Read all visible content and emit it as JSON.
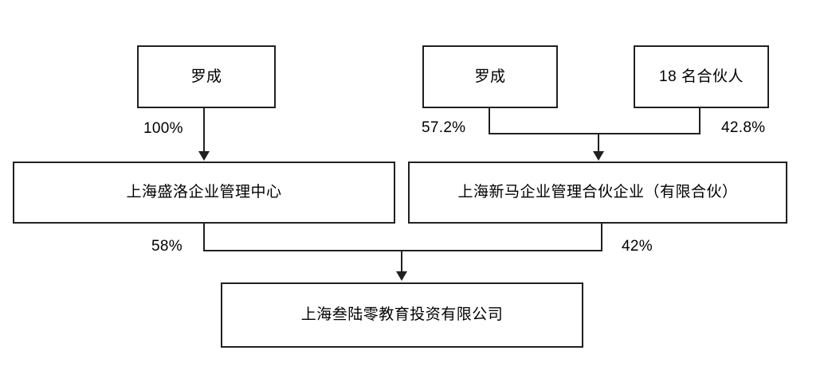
{
  "diagram": {
    "type": "ownership-structure-chart",
    "title": "",
    "nodes": [
      {
        "id": "luocheng-left",
        "label": "罗成"
      },
      {
        "id": "luocheng-right",
        "label": "罗成"
      },
      {
        "id": "partners",
        "label": "18 名合伙人"
      },
      {
        "id": "shengluo",
        "label": "上海盛洛企业管理中心"
      },
      {
        "id": "xinma",
        "label": "上海新马企业管理合伙企业（有限合伙）"
      },
      {
        "id": "sanluling",
        "label": "上海叁陆零教育投资有限公司"
      }
    ],
    "edges": [
      {
        "from": "luocheng-left",
        "to": "shengluo",
        "label": "100%"
      },
      {
        "from": "luocheng-right",
        "to": "xinma",
        "label": "57.2%"
      },
      {
        "from": "partners",
        "to": "xinma",
        "label": "42.8%"
      },
      {
        "from": "shengluo",
        "to": "sanluling",
        "label": "58%"
      },
      {
        "from": "xinma",
        "to": "sanluling",
        "label": "42%"
      }
    ],
    "colors": {
      "stroke": "#231f20",
      "fill": "#ffffff",
      "text": "#000000"
    }
  }
}
